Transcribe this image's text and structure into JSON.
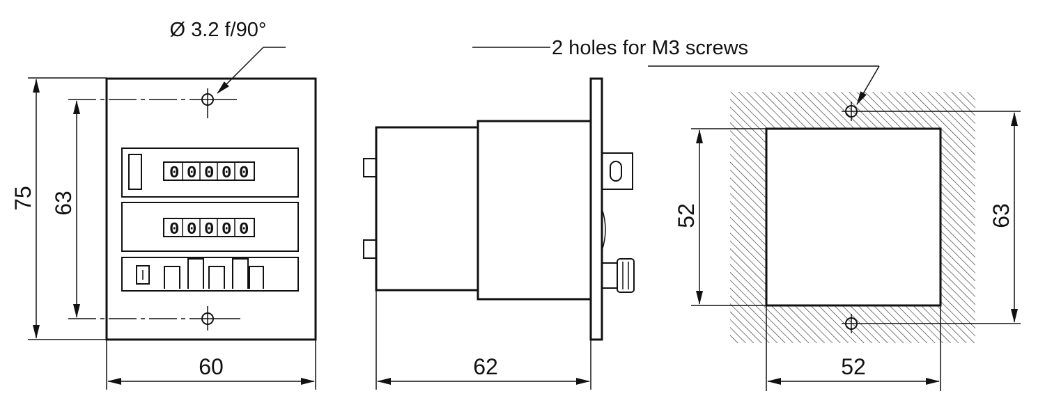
{
  "annotations": {
    "hole_spec": "Ø 3.2 f/90°",
    "screw_note": "2 holes for M3 screws"
  },
  "front_view": {
    "height_outer": "75",
    "height_holes": "63",
    "width": "60",
    "counter_top_digits": [
      "0",
      "0",
      "0",
      "0",
      "0"
    ],
    "counter_bottom_digits": [
      "0",
      "0",
      "0",
      "0",
      "0"
    ]
  },
  "side_view": {
    "depth": "62"
  },
  "cutout_view": {
    "cutout_height": "52",
    "hole_spacing": "63",
    "cutout_width": "52"
  },
  "colors": {
    "line": "#111111",
    "background": "#ffffff"
  }
}
